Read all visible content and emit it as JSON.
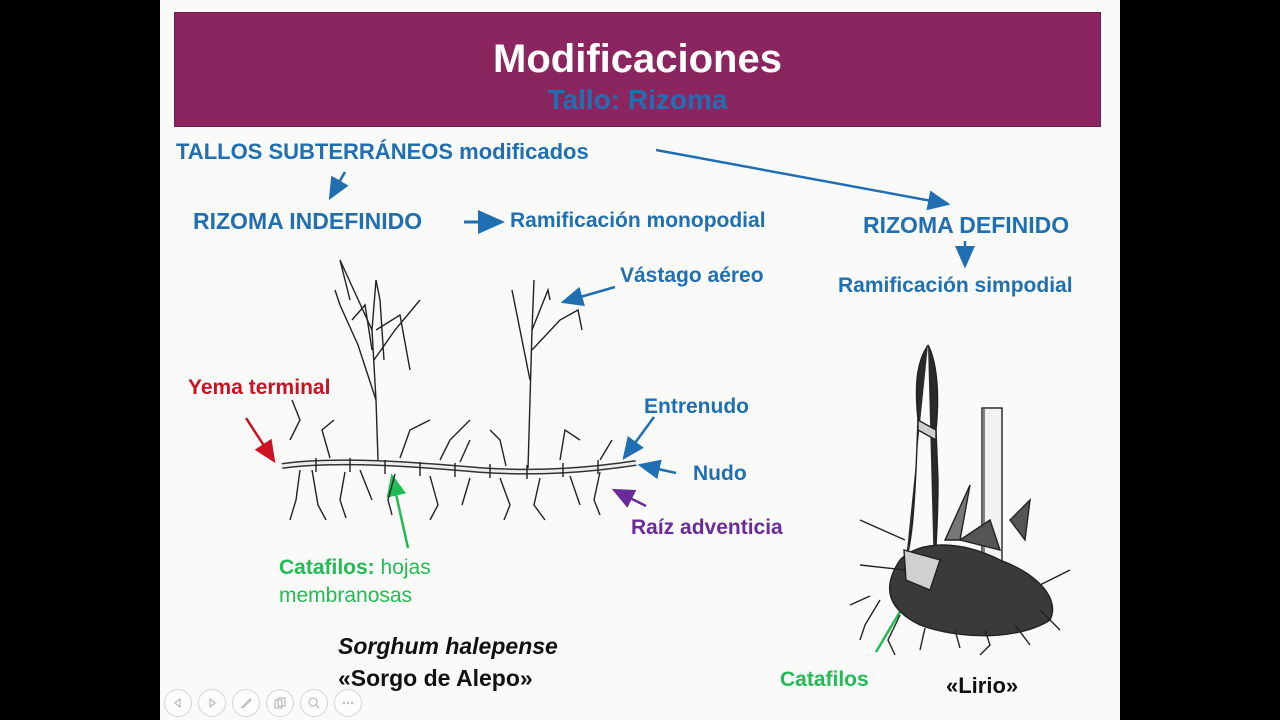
{
  "slide": {
    "title": "Modificaciones",
    "subtitle": "Tallo: Rizoma"
  },
  "labels": {
    "tallos": "TALLOS SUBTERRÁNEOS modificados",
    "rizoma_indefinido": "RIZOMA INDEFINIDO",
    "ramif_mono": "Ramificación monopodial",
    "rizoma_definido": "RIZOMA DEFINIDO",
    "ramif_simpo": "Ramificación simpodial",
    "vastago": "Vástago aéreo",
    "yema": "Yema terminal",
    "entrenudo": "Entrenudo",
    "nudo": "Nudo",
    "raiz": "Raíz adventicia",
    "catafilos_bold": "Catafilos:",
    "catafilos_rest1": " hojas",
    "catafilos_rest2": "membranosas",
    "species_sci": "Sorghum halepense",
    "species_common": "«Sorgo de Alepo»",
    "catafilos2": "Catafilos",
    "lirio": "«Lirio»"
  },
  "colors": {
    "header": "#8b2560",
    "blue": "#1f6fb2",
    "red": "#cc1122",
    "green": "#22bb55",
    "purple": "#6a2a9a"
  },
  "toolbar": {
    "buttons": [
      "prev-icon",
      "next-icon",
      "pen-icon",
      "copy-icon",
      "zoom-icon",
      "more-icon"
    ]
  }
}
